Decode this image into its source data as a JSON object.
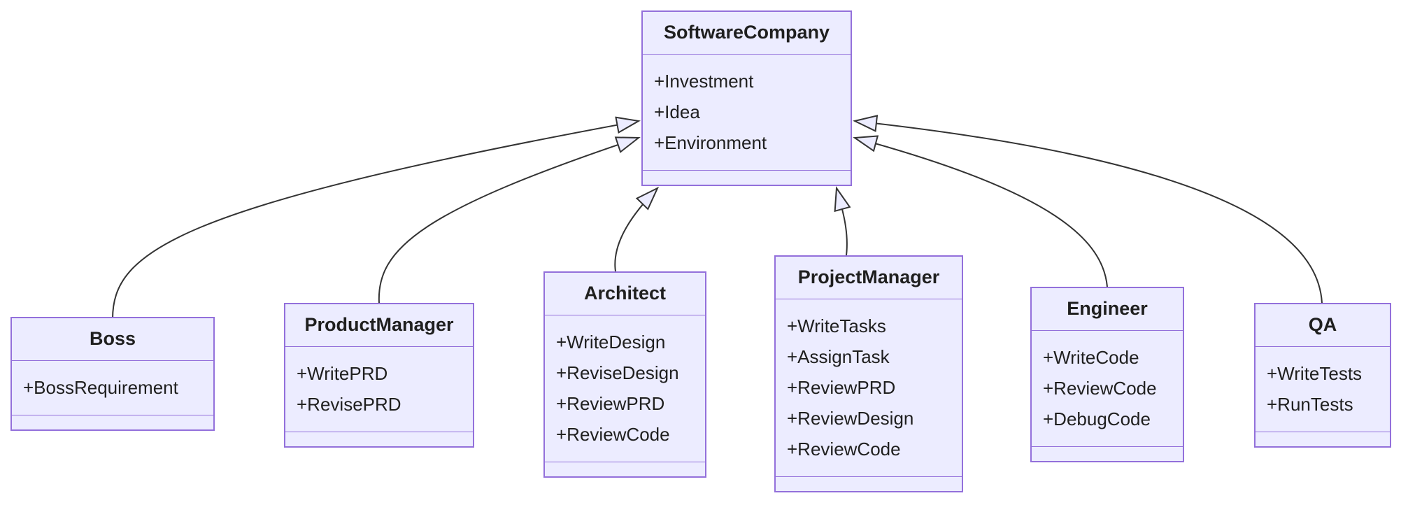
{
  "diagram": {
    "type": "uml-class-diagram",
    "classes": {
      "software_company": {
        "name": "SoftwareCompany",
        "attributes": [
          "+Investment",
          "+Idea",
          "+Environment"
        ],
        "methods": []
      },
      "boss": {
        "name": "Boss",
        "attributes": [
          "+BossRequirement"
        ],
        "methods": []
      },
      "product_manager": {
        "name": "ProductManager",
        "attributes": [
          "+WritePRD",
          "+RevisePRD"
        ],
        "methods": []
      },
      "architect": {
        "name": "Architect",
        "attributes": [
          "+WriteDesign",
          "+ReviseDesign",
          "+ReviewPRD",
          "+ReviewCode"
        ],
        "methods": []
      },
      "project_manager": {
        "name": "ProjectManager",
        "attributes": [
          "+WriteTasks",
          "+AssignTask",
          "+ReviewPRD",
          "+ReviewDesign",
          "+ReviewCode"
        ],
        "methods": []
      },
      "engineer": {
        "name": "Engineer",
        "attributes": [
          "+WriteCode",
          "+ReviewCode",
          "+DebugCode"
        ],
        "methods": []
      },
      "qa": {
        "name": "QA",
        "attributes": [
          "+WriteTests",
          "+RunTests"
        ],
        "methods": []
      }
    },
    "relationships": [
      {
        "from": "Boss",
        "to": "SoftwareCompany",
        "type": "inheritance"
      },
      {
        "from": "ProductManager",
        "to": "SoftwareCompany",
        "type": "inheritance"
      },
      {
        "from": "Architect",
        "to": "SoftwareCompany",
        "type": "inheritance"
      },
      {
        "from": "ProjectManager",
        "to": "SoftwareCompany",
        "type": "inheritance"
      },
      {
        "from": "Engineer",
        "to": "SoftwareCompany",
        "type": "inheritance"
      },
      {
        "from": "QA",
        "to": "SoftwareCompany",
        "type": "inheritance"
      }
    ],
    "colors": {
      "node_fill": "#ECECFF",
      "node_border": "#9370DB",
      "edge_stroke": "#333333",
      "text": "#1f1f1f",
      "background": "#ffffff"
    }
  }
}
